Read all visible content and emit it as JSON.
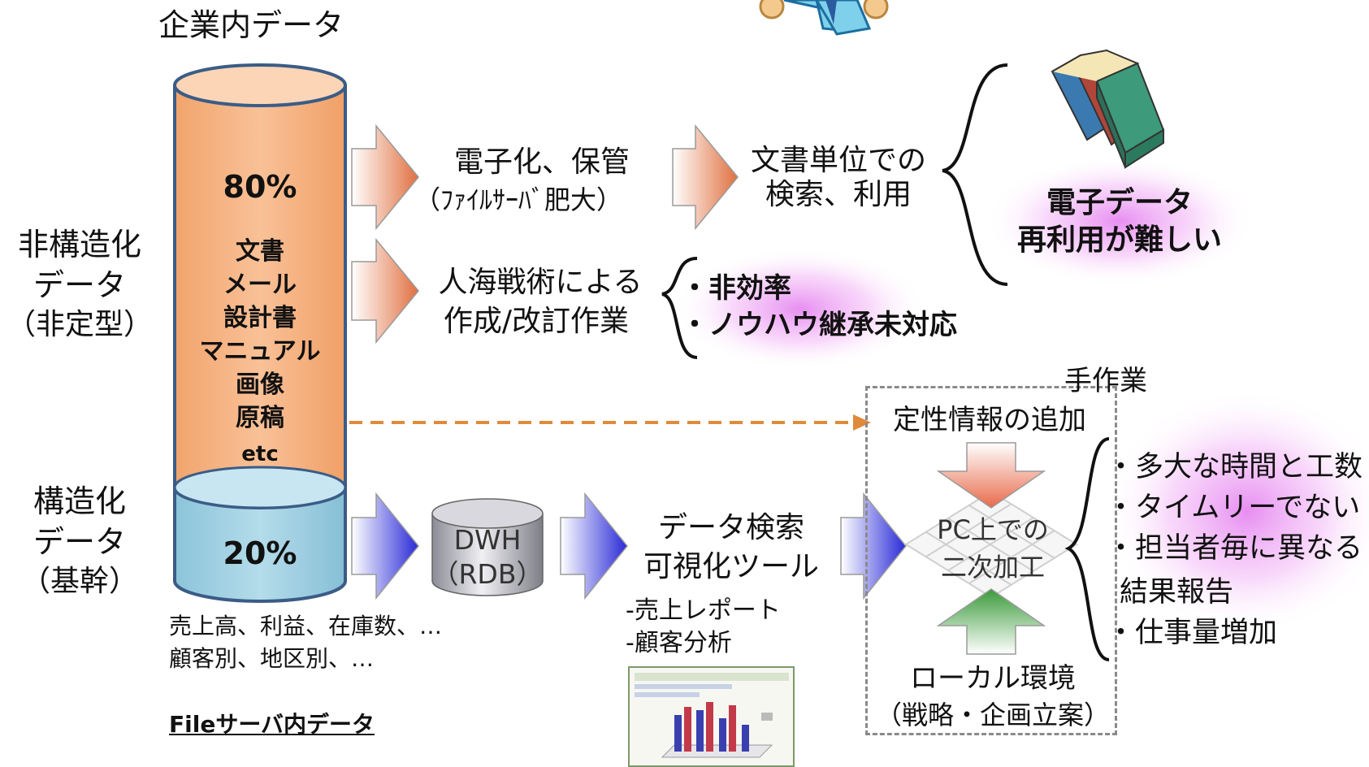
{
  "title": "企業内データ",
  "left_labels": {
    "unstructured": [
      "非構造化",
      "データ",
      "（非定型）"
    ],
    "structured": [
      "構造化",
      "データ",
      "（基幹）"
    ]
  },
  "cylinder": {
    "top_percent": "80%",
    "top_items": [
      "文書",
      "メール",
      "設計書",
      "マニュアル",
      "画像",
      "原稿",
      "etc"
    ],
    "bottom_percent": "20%",
    "top_color": "#f6b27e",
    "bottom_color": "#9fd0e3"
  },
  "structured_examples": [
    "売上高、利益、在庫数、…",
    "顧客別、地区別、…"
  ],
  "footer_link": "Fileサーバ内データ",
  "flow_top": {
    "step1": [
      "電子化、保管",
      "（ﾌｧｲﾙｻｰﾊﾞ肥大）"
    ],
    "step2": [
      "文書単位での",
      "検索、利用"
    ],
    "result": [
      "電子データ",
      "再利用が難しい"
    ]
  },
  "flow_middle": {
    "step1": [
      "人海戦術による",
      "作成/改訂作業"
    ],
    "issues": [
      "・非効率",
      "・ノウハウ継承未対応"
    ]
  },
  "flow_bottom": {
    "dwh": [
      "DWH",
      "（RDB）"
    ],
    "tool": [
      "データ検索",
      "可視化ツール"
    ],
    "tool_examples": [
      "-売上レポート",
      "-顧客分析"
    ]
  },
  "manual_box": {
    "label": "手作業",
    "top": "定性情報の追加",
    "center": [
      "PC上での",
      "二次加工"
    ],
    "bottom": [
      "ローカル環境",
      "（戦略・企画立案）"
    ]
  },
  "problems": [
    "・多大な時間と工数",
    "・タイムリーでない",
    "・担当者毎に異なる",
    "結果報告",
    "・仕事量増加"
  ],
  "colors": {
    "orange_arrow": "#e07040",
    "blue_arrow": "#2a2ad8",
    "red_down_arrow": "#e86a4a",
    "green_up_arrow": "#3a9a3a",
    "highlight": "#e080ee"
  }
}
